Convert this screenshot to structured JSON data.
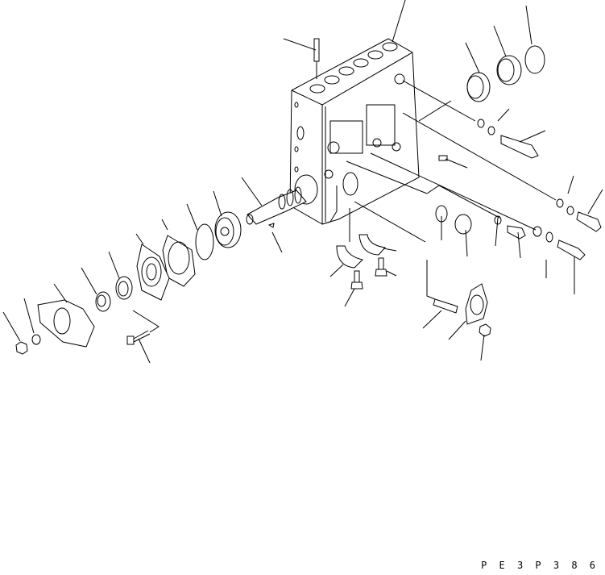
{
  "drawing": {
    "code": "PE3P386",
    "code_spaced": "P E 3 P 3 8 6",
    "line_color": "#000000",
    "background": "#ffffff"
  },
  "parts": [
    {
      "id": "pump-body",
      "name": "injection pump housing",
      "leader": [
        [
          503,
          0
        ],
        [
          487,
          52
        ]
      ]
    },
    {
      "id": "stud-top",
      "name": "stud",
      "leader": [
        [
          352,
          48
        ],
        [
          392,
          62
        ]
      ]
    },
    {
      "id": "roller-bearing-right",
      "name": "roller bearing",
      "leader": [
        [
          578,
          53
        ],
        [
          595,
          90
        ]
      ]
    },
    {
      "id": "bushing-right",
      "name": "bushing",
      "leader": [
        [
          613,
          32
        ],
        [
          628,
          70
        ]
      ]
    },
    {
      "id": "o-ring-right",
      "name": "o-ring",
      "leader": [
        [
          653,
          7
        ],
        [
          660,
          55
        ]
      ]
    },
    {
      "id": "washer-pair-upper",
      "name": "washers",
      "leader": [
        [
          632,
          135
        ],
        [
          618,
          150
        ]
      ]
    },
    {
      "id": "plug-right",
      "name": "plug",
      "leader": [
        [
          677,
          162
        ],
        [
          645,
          176
        ]
      ]
    },
    {
      "id": "small-screw",
      "name": "screw",
      "leader": [
        [
          580,
          208
        ],
        [
          553,
          197
        ]
      ]
    },
    {
      "id": "washer-pair-right",
      "name": "washers",
      "leader": [
        [
          712,
          218
        ],
        [
          705,
          240
        ]
      ]
    },
    {
      "id": "bolt-upper-right",
      "name": "bolt",
      "leader": [
        [
          748,
          235
        ],
        [
          730,
          265
        ]
      ]
    },
    {
      "id": "gasket-ring",
      "name": "gasket",
      "leader": [
        [
          548,
          298
        ],
        [
          548,
          268
        ]
      ]
    },
    {
      "id": "plug-center",
      "name": "plug",
      "leader": [
        [
          580,
          318
        ],
        [
          578,
          285
        ]
      ]
    },
    {
      "id": "washer-center",
      "name": "washer",
      "leader": [
        [
          615,
          305
        ],
        [
          618,
          270
        ]
      ]
    },
    {
      "id": "banjo-bolt",
      "name": "banjo bolt",
      "leader": [
        [
          646,
          320
        ],
        [
          643,
          288
        ]
      ]
    },
    {
      "id": "washer-pair-lower",
      "name": "washers",
      "leader": [
        [
          678,
          345
        ],
        [
          678,
          322
        ]
      ]
    },
    {
      "id": "bolt-lower-right",
      "name": "bolt",
      "leader": [
        [
          713,
          365
        ],
        [
          713,
          318
        ]
      ]
    },
    {
      "id": "bracket-half-a",
      "name": "bracket",
      "leader": [
        [
          410,
          343
        ],
        [
          426,
          328
        ]
      ]
    },
    {
      "id": "bracket-half-b",
      "name": "bracket",
      "leader": [
        [
          492,
          311
        ],
        [
          476,
          308
        ]
      ]
    },
    {
      "id": "bolt-bracket-a",
      "name": "bolt",
      "leader": [
        [
          428,
          380
        ],
        [
          440,
          358
        ]
      ]
    },
    {
      "id": "bolt-bracket-b",
      "name": "bolt",
      "leader": [
        [
          492,
          342
        ],
        [
          480,
          336
        ]
      ]
    },
    {
      "id": "stud-lower",
      "name": "stud",
      "leader": [
        [
          525,
          407
        ],
        [
          548,
          385
        ]
      ]
    },
    {
      "id": "gasket-flange",
      "name": "flange gasket",
      "leader": [
        [
          557,
          421
        ],
        [
          578,
          398
        ]
      ]
    },
    {
      "id": "nut-lower",
      "name": "nut",
      "leader": [
        [
          597,
          447
        ],
        [
          601,
          415
        ]
      ]
    },
    {
      "id": "camshaft",
      "name": "camshaft",
      "leader": [
        [
          300,
          220
        ],
        [
          325,
          255
        ]
      ]
    },
    {
      "id": "key",
      "name": "woodruff key",
      "leader": [
        [
          350,
          313
        ],
        [
          338,
          288
        ]
      ]
    },
    {
      "id": "roller-bearing-left",
      "name": "roller bearing",
      "leader": [
        [
          265,
          237
        ],
        [
          275,
          268
        ]
      ]
    },
    {
      "id": "o-ring-left",
      "name": "o-ring",
      "leader": [
        [
          232,
          253
        ],
        [
          245,
          285
        ]
      ]
    },
    {
      "id": "gasket-left",
      "name": "gasket",
      "leader": [
        [
          201,
          272
        ],
        [
          208,
          285
        ]
      ]
    },
    {
      "id": "cover-plate",
      "name": "bearing cover",
      "leader": [
        [
          169,
          290
        ],
        [
          178,
          303
        ]
      ]
    },
    {
      "id": "ball-bearing",
      "name": "ball bearing",
      "leader": [
        [
          135,
          312
        ],
        [
          148,
          345
        ]
      ]
    },
    {
      "id": "oil-seal",
      "name": "oil seal",
      "leader": [
        [
          101,
          332
        ],
        [
          120,
          365
        ]
      ]
    },
    {
      "id": "flange-housing",
      "name": "flange",
      "leader": [
        [
          67,
          352
        ],
        [
          83,
          375
        ]
      ]
    },
    {
      "id": "washer-left",
      "name": "lock washer",
      "leader": [
        [
          30,
          370
        ],
        [
          42,
          413
        ]
      ]
    },
    {
      "id": "nut-left",
      "name": "nut",
      "leader": [
        [
          4,
          387
        ],
        [
          25,
          423
        ]
      ]
    },
    {
      "id": "bolt-cover",
      "name": "bolt",
      "leader": [
        [
          186,
          450
        ],
        [
          172,
          420
        ]
      ]
    }
  ]
}
